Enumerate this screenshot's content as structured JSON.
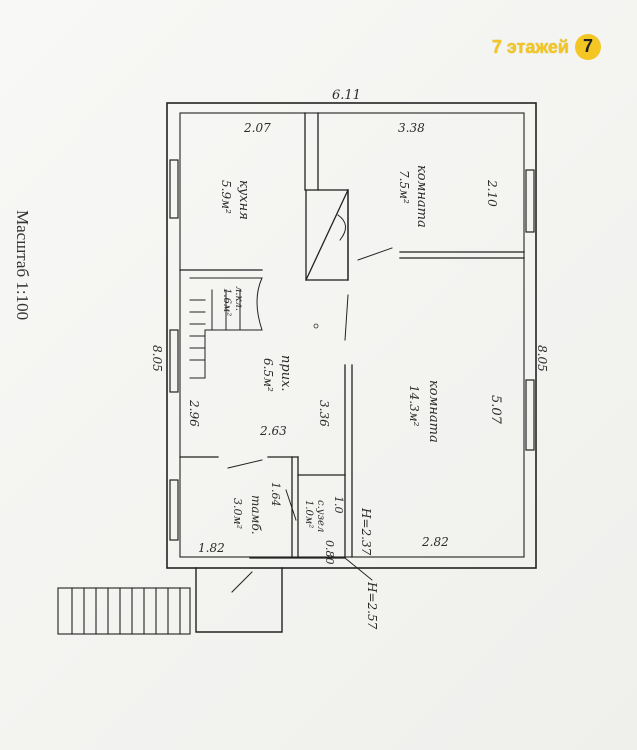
{
  "watermark": {
    "brand": "7 этажей",
    "logo_icon": "seven-circle-logo-icon",
    "color": "#f3c623"
  },
  "scale": "Масштаб 1:100",
  "dimensions": {
    "top": "6.11",
    "left": "8.05",
    "right": "8.05",
    "kitchen_width": "2.07",
    "living_top": "3.38",
    "living_side": "2.10",
    "hall_left": "2.96",
    "hall_bottom": "2.63",
    "hall_right": "3.36",
    "bedroom_side": "5.07",
    "bedroom_bottom": "2.82",
    "tambour_bottom": "1.82",
    "tambour_top": "1.64",
    "bath_bottom": "0.80",
    "bath_side": "1.0",
    "height_inner": "H=2.37",
    "height_outer": "H=2.57"
  },
  "rooms": {
    "kitchen": {
      "name": "кухня",
      "area": "5.9м²"
    },
    "living": {
      "name": "комната",
      "area": "7.5м²"
    },
    "stair": {
      "name": "л.кл.",
      "area": "1.6м²"
    },
    "hall": {
      "name": "прих.",
      "area": "6.5м²"
    },
    "bedroom": {
      "name": "комната",
      "area": "14.3м²"
    },
    "tambour": {
      "name": "тамб.",
      "area": "3.0м²"
    },
    "bath": {
      "name": "с.узел",
      "area": "1.0м²"
    }
  }
}
